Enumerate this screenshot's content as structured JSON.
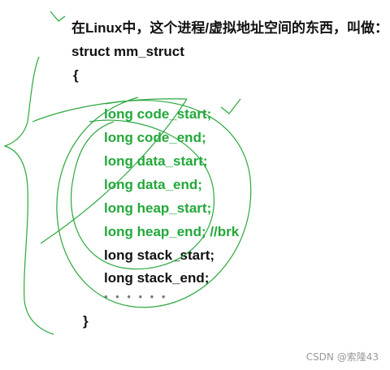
{
  "heading": "在Linux中，这个进程/虚拟地址空间的东西，叫做：",
  "struct_decl": "struct mm_struct",
  "open_brace": "{",
  "members": [
    "long code_start;",
    "long code_end;",
    "long data_start;",
    "long data_end;",
    "long heap_start;",
    "long heap_end; //brk",
    "long stack_start;",
    "long stack_end;"
  ],
  "ellipsis": "• • • • • •",
  "close_brace": "}",
  "watermark": "CSDN @索隆43",
  "colors": {
    "green": "#22a83a",
    "dark": "#111111"
  }
}
